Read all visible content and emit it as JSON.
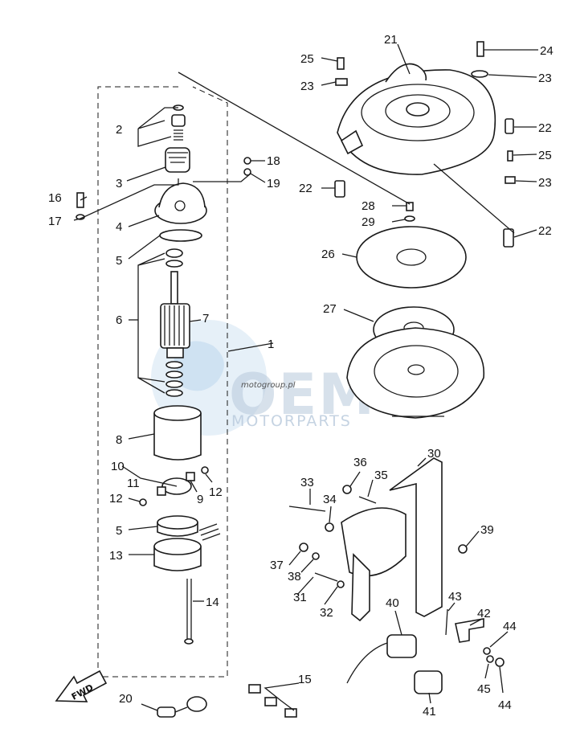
{
  "callouts": {
    "n1": "1",
    "n2": "2",
    "n3": "3",
    "n4": "4",
    "n5a": "5",
    "n5b": "5",
    "n6": "6",
    "n7": "7",
    "n8": "8",
    "n9": "9",
    "n10": "10",
    "n11": "11",
    "n12a": "12",
    "n12b": "12",
    "n13": "13",
    "n14": "14",
    "n15": "15",
    "n16": "16",
    "n17": "17",
    "n18": "18",
    "n19": "19",
    "n20": "20",
    "n21": "21",
    "n22a": "22",
    "n22b": "22",
    "n22c": "22",
    "n23a": "23",
    "n23b": "23",
    "n23c": "23",
    "n24": "24",
    "n25a": "25",
    "n25b": "25",
    "n26": "26",
    "n27": "27",
    "n28": "28",
    "n29": "29",
    "n30": "30",
    "n31": "31",
    "n32": "32",
    "n33": "33",
    "n34": "34",
    "n35": "35",
    "n36": "36",
    "n37": "37",
    "n38": "38",
    "n39": "39",
    "n40": "40",
    "n41": "41",
    "n42": "42",
    "n43": "43",
    "n44a": "44",
    "n44b": "44",
    "n45": "45"
  },
  "fwd_label": "FWD",
  "watermark": {
    "brand": "OEM",
    "sub": "MOTORPARTS",
    "tiny": "motogroup.pl"
  },
  "colors": {
    "line": "#1a1a1a",
    "watermark": "#b7c9dc",
    "globe": "#9cc3e4"
  }
}
